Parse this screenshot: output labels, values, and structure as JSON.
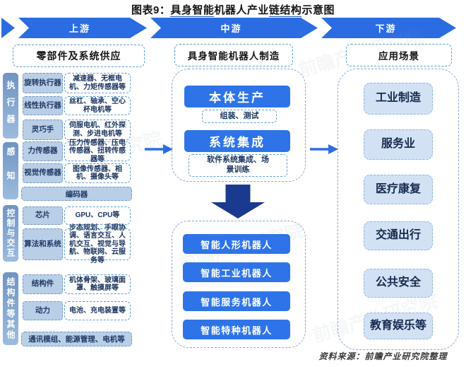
{
  "title": {
    "part1": "图表9：",
    "underlined1": "具身智能",
    "part2": "机器人产业",
    "underlined2": "链结构",
    "part3": "示意图"
  },
  "banner": {
    "upstream": "上游",
    "midstream": "中游",
    "downstream": "下游"
  },
  "left": {
    "header": "零部件及系统供应",
    "categories": [
      "执行器",
      "感知",
      "控制与交互",
      "结构件等其他"
    ],
    "rows": [
      {
        "label": "旋转执行器",
        "desc": "减速器、无框电机、力矩传感器等"
      },
      {
        "label": "线性执行器",
        "desc": "丝杠、轴承、空心杯电机等"
      },
      {
        "label": "灵巧手",
        "desc": "伺服电机、红外探测、步进电机等"
      },
      {
        "label": "力传感器",
        "desc": "压力传感器、压电传感器、扭转传感器等"
      },
      {
        "label": "视觉传感器",
        "desc": "图像传感器、相机、摄像头等"
      },
      {
        "wide": "编码器"
      },
      {
        "label": "芯片",
        "desc": "GPU、CPU等"
      },
      {
        "label": "算法和系统",
        "desc": "步态规划、手眼协调、语言交互、人机交互、视觉与导航、物联网、云服务等"
      },
      {
        "label": "结构件",
        "desc": "机体骨架、玻璃面罩、触摸屏等"
      },
      {
        "label": "动力",
        "desc": "电池、充电装置等"
      },
      {
        "wide": "通讯模组、能源管理、电机等"
      }
    ]
  },
  "middle": {
    "header": "具身智能机器人制造",
    "stage1_button": "本体生产",
    "stage1_detail": "组装、测试",
    "stage2_button": "系统集成",
    "stage2_detail": "软件系统集成、场景训练",
    "products": [
      "智能人形机器人",
      "智能工业机器人",
      "智能服务机器人",
      "智能特种机器人"
    ]
  },
  "right": {
    "header": "应用场景",
    "scenes": [
      "工业制造",
      "服务业",
      "医疗康复",
      "交通出行",
      "公共安全",
      "教育娱乐等"
    ]
  },
  "source": "资料来源：前瞻产业研究院整理",
  "watermark": "前瞻产业研究院",
  "colors": {
    "banner_blue": "#2b6ce2",
    "button_blue": "#2e74e8",
    "dark_arrow_blue": "#1a3a8f",
    "label_fill": "#b9cfe7",
    "scene_fill": "#d2e2f4",
    "dashed_border": "#5b9bd5",
    "text_navy": "#1f3864"
  }
}
